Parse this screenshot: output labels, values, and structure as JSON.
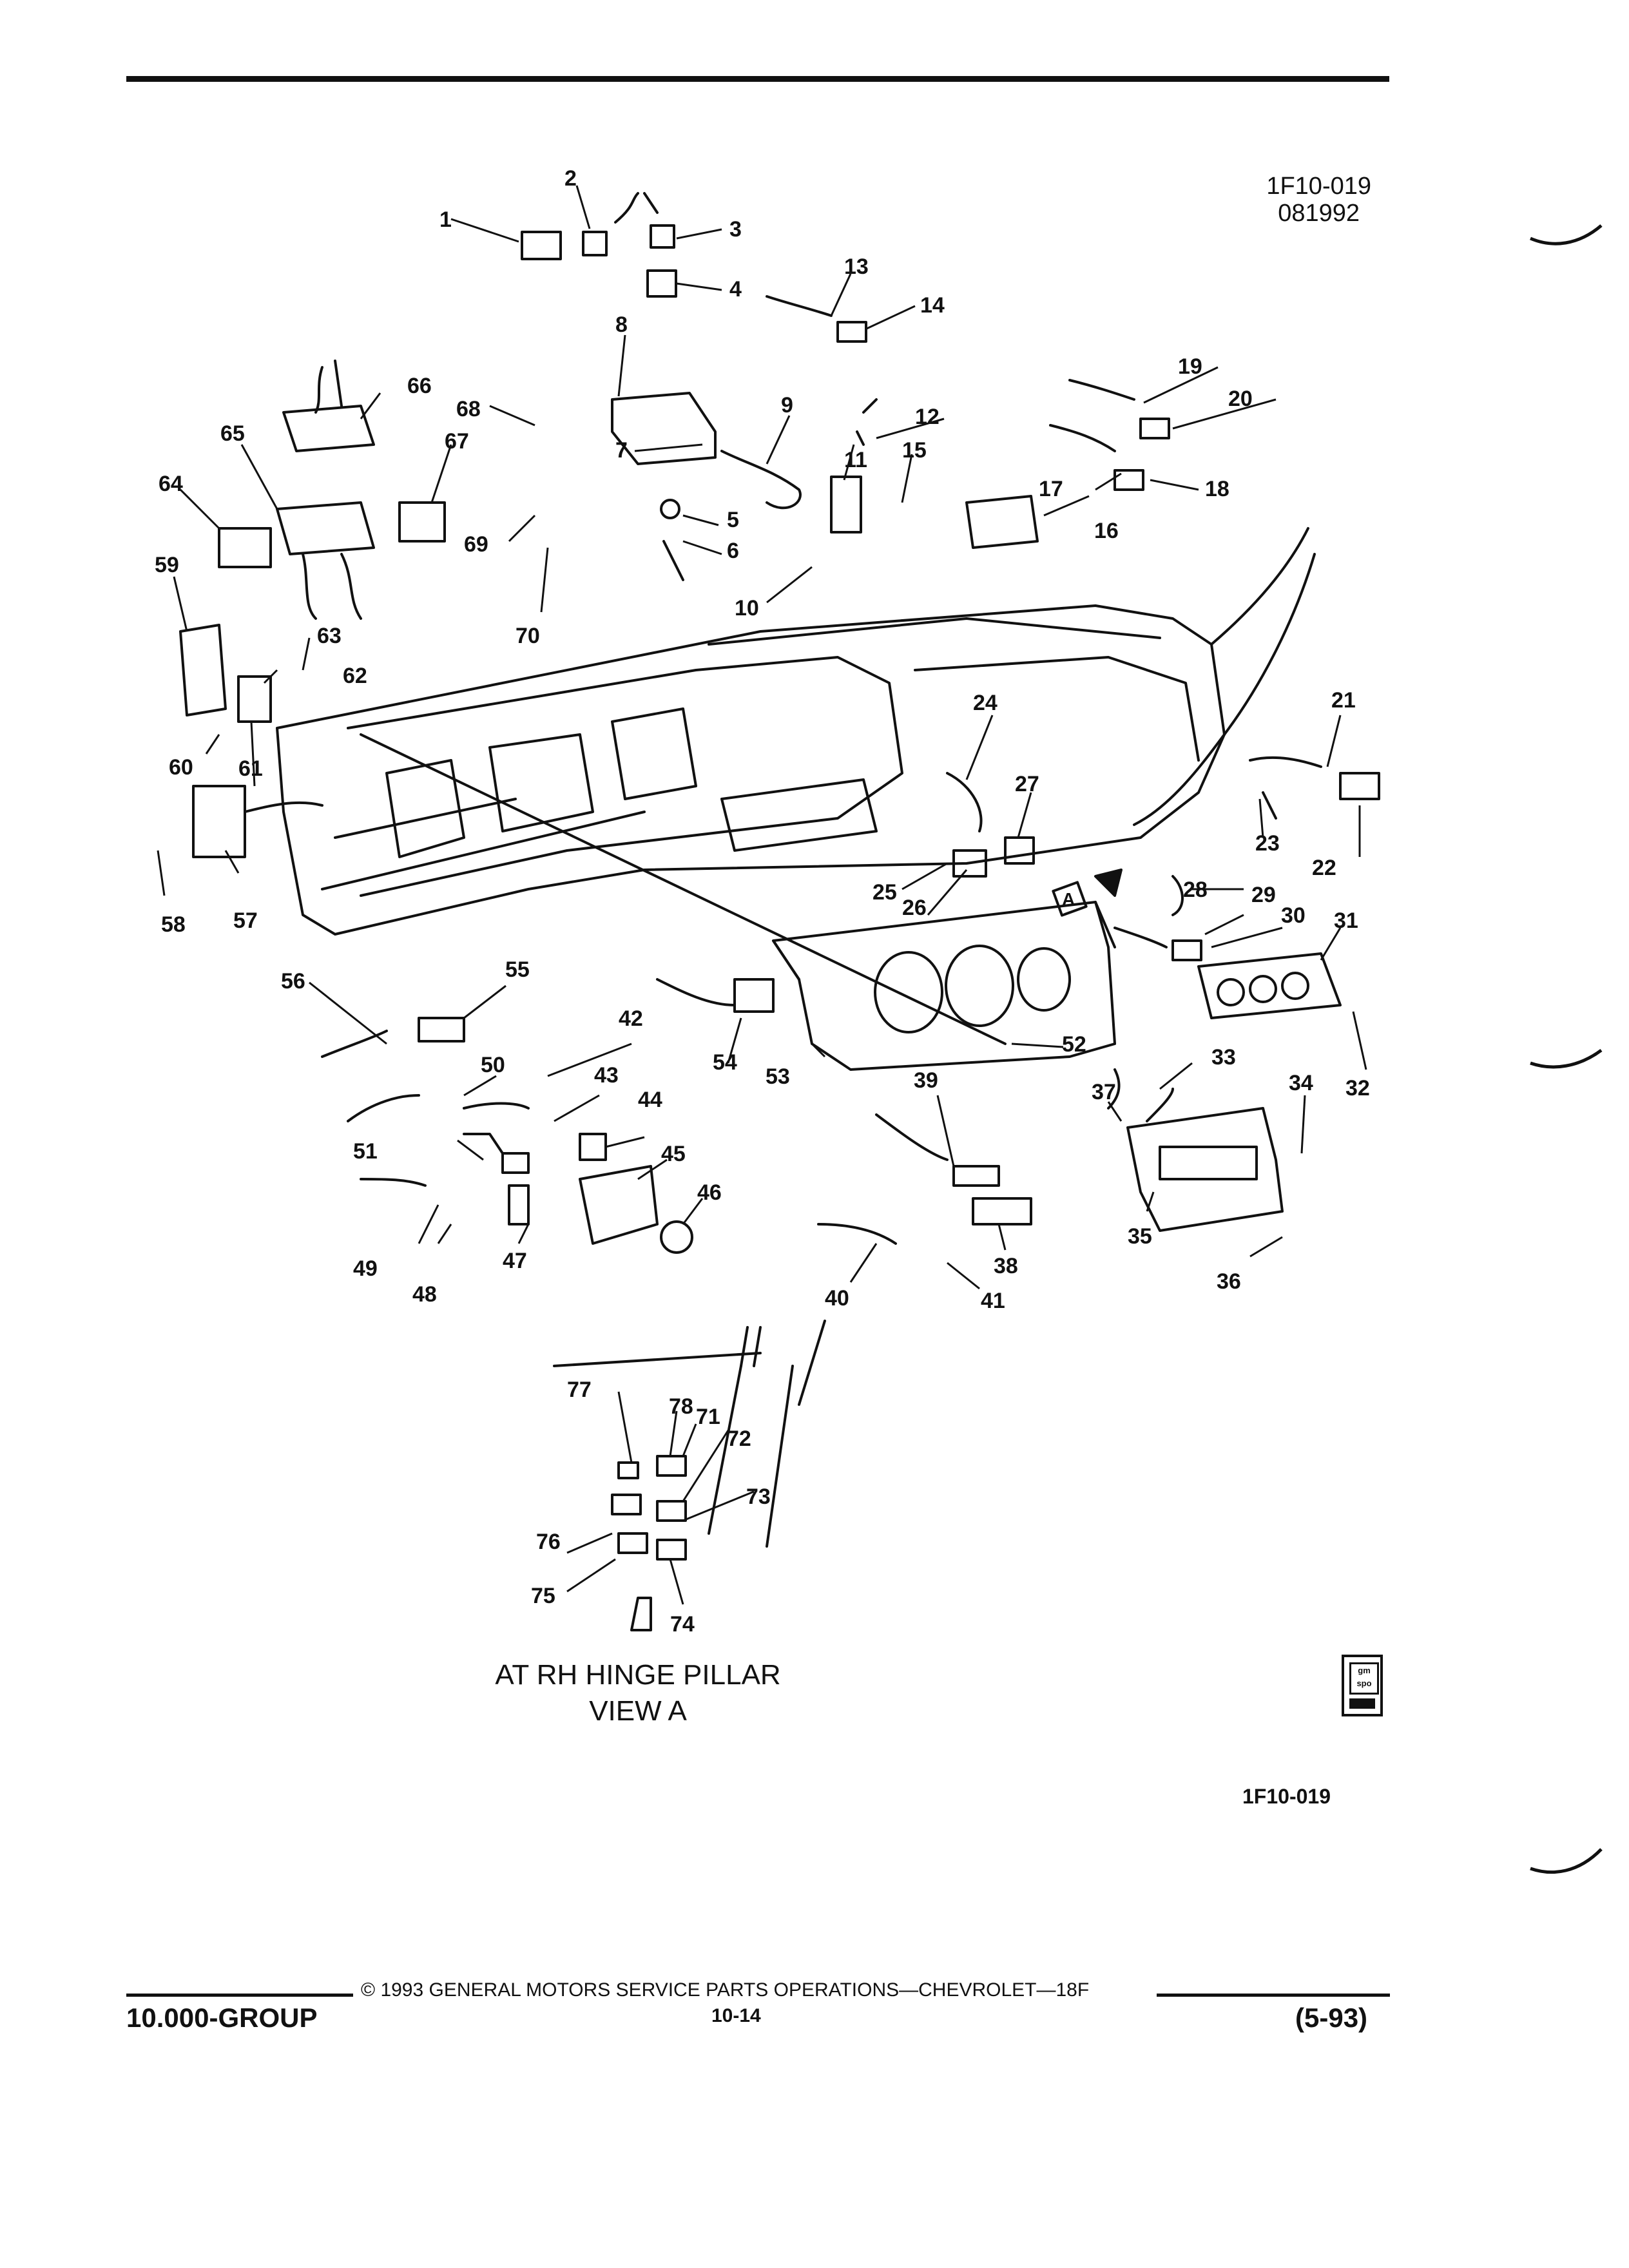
{
  "header": {
    "ref_code": "1F10-019",
    "ref_date": "081992"
  },
  "callouts": [
    "1",
    "2",
    "3",
    "4",
    "5",
    "6",
    "7",
    "8",
    "9",
    "10",
    "11",
    "12",
    "13",
    "14",
    "15",
    "16",
    "17",
    "18",
    "19",
    "20",
    "21",
    "22",
    "23",
    "24",
    "25",
    "26",
    "27",
    "28",
    "29",
    "30",
    "31",
    "32",
    "33",
    "34",
    "35",
    "36",
    "37",
    "38",
    "39",
    "40",
    "41",
    "42",
    "43",
    "44",
    "45",
    "46",
    "47",
    "48",
    "49",
    "50",
    "51",
    "52",
    "53",
    "54",
    "55",
    "56",
    "57",
    "58",
    "59",
    "60",
    "61",
    "62",
    "63",
    "64",
    "65",
    "66",
    "67",
    "68",
    "69",
    "70",
    "71",
    "72",
    "73",
    "74",
    "75",
    "76",
    "77",
    "78"
  ],
  "view_marker": "A",
  "caption": {
    "line1": "AT RH HINGE PILLAR",
    "line2": "VIEW A"
  },
  "figure_id": "1F10-019",
  "icon_text": "gm spo",
  "footer": {
    "copyright": "© 1993 GENERAL MOTORS SERVICE PARTS OPERATIONS—CHEVROLET—18F",
    "group": "10.000-GROUP",
    "page": "10-14",
    "date": "(5-93)"
  }
}
